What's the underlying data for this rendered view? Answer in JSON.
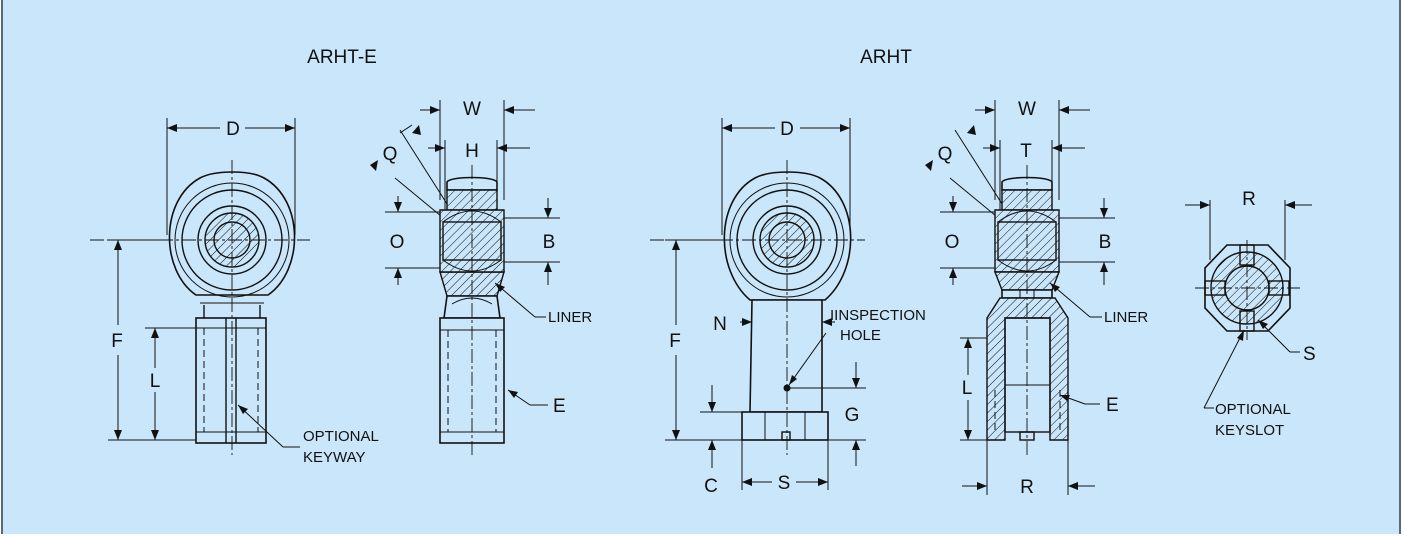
{
  "colors": {
    "background": "#c9e6fa",
    "frame": "#5a6a78",
    "ink": "#111111"
  },
  "titles": {
    "left": "ARHT-E",
    "right": "ARHT"
  },
  "labels": {
    "D": "D",
    "W": "W",
    "H": "H",
    "T": "T",
    "Q": "Q",
    "O": "O",
    "B": "B",
    "F": "F",
    "L": "L",
    "E": "E",
    "N": "N",
    "G": "G",
    "C": "C",
    "S": "S",
    "R": "R",
    "liner": "LINER",
    "optional_keyway_1": "OPTIONAL",
    "optional_keyway_2": "KEYWAY",
    "inspection_1": "IINSPECTION",
    "inspection_2": "HOLE",
    "optional_keyslot_1": "OPTIONAL",
    "optional_keyslot_2": "KEYSLOT"
  }
}
